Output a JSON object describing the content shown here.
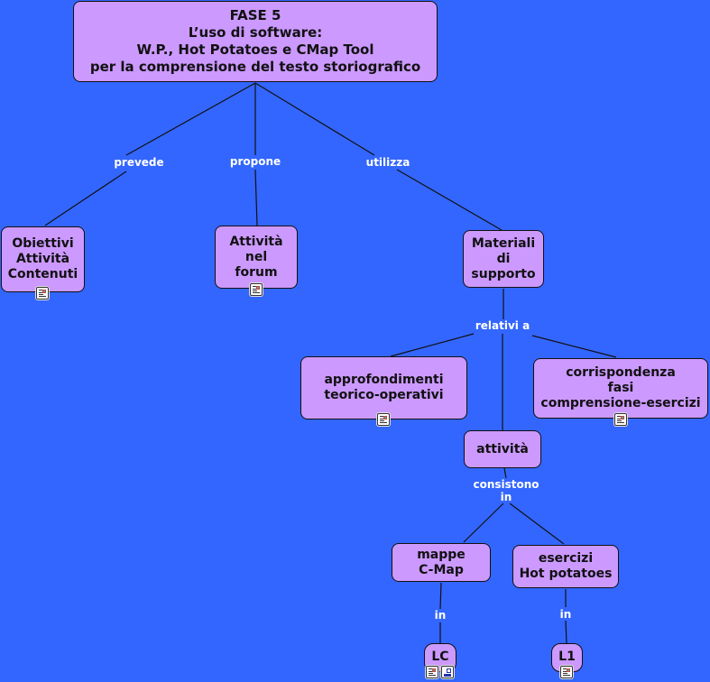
{
  "background_color": "#3366FF",
  "node_color": "#CC99FF",
  "nodes": {
    "root": "FASE 5\nL’uso di software:\nW.P., Hot Potatoes e CMap Tool\nper la comprensione del testo storiografico",
    "obiettivi": "Obiettivi\nAttività\nContenuti",
    "forum": "Attività\nnel\nforum",
    "materiali": "Materiali\ndi\nsupporto",
    "approfondimenti": "approfondimenti\nteorico-operativi",
    "corrispondenza": "corrispondenza\nfasi\ncomprensione-esercizi",
    "attivita": "attività",
    "mappe": "mappe\nC-Map",
    "esercizi": "esercizi\nHot potatoes",
    "lc": "LC",
    "l1": "L1"
  },
  "links": {
    "prevede": "prevede",
    "propone": "propone",
    "utilizza": "utilizza",
    "relativi_a": "relativi a",
    "consistono_in": "consistono\nin",
    "in_left": "in",
    "in_right": "in"
  },
  "icons": {
    "document": "document-resource-icon",
    "concept_map": "concept-map-resource-icon"
  }
}
